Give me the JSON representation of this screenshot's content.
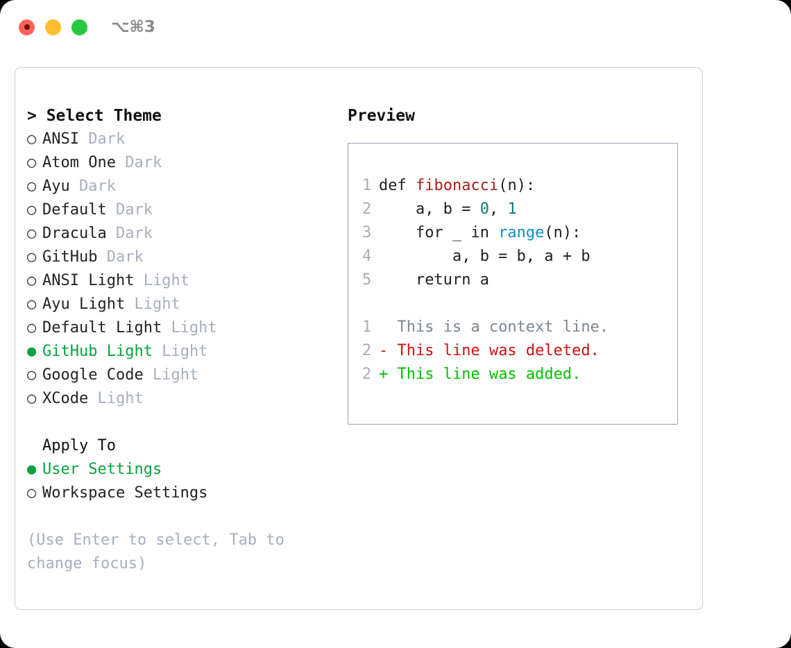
{
  "window": {
    "title": "⌥⌘3",
    "traffic_lights": [
      {
        "name": "close",
        "color": "#ff625a"
      },
      {
        "name": "minimize",
        "color": "#ffbe2e"
      },
      {
        "name": "zoom",
        "color": "#27c93f"
      }
    ]
  },
  "theme_picker": {
    "header": "> Select Theme",
    "bullet_unselected": "○",
    "bullet_selected": "●",
    "items": [
      {
        "label": "ANSI",
        "tag": "Dark",
        "selected": false
      },
      {
        "label": "Atom One",
        "tag": "Dark",
        "selected": false
      },
      {
        "label": "Ayu",
        "tag": "Dark",
        "selected": false
      },
      {
        "label": "Default",
        "tag": "Dark",
        "selected": false
      },
      {
        "label": "Dracula",
        "tag": "Dark",
        "selected": false
      },
      {
        "label": "GitHub",
        "tag": "Dark",
        "selected": false
      },
      {
        "label": "ANSI Light",
        "tag": "Light",
        "selected": false
      },
      {
        "label": "Ayu Light",
        "tag": "Light",
        "selected": false
      },
      {
        "label": "Default Light",
        "tag": "Light",
        "selected": false
      },
      {
        "label": "GitHub Light",
        "tag": "Light",
        "selected": true
      },
      {
        "label": "Google Code",
        "tag": "Light",
        "selected": false
      },
      {
        "label": "XCode",
        "tag": "Light",
        "selected": false
      }
    ]
  },
  "apply_to": {
    "header": "Apply To",
    "items": [
      {
        "label": "User Settings",
        "selected": true
      },
      {
        "label": "Workspace Settings",
        "selected": false
      }
    ]
  },
  "hint": "(Use Enter to select, Tab to change focus)",
  "preview": {
    "title": "Preview",
    "code_lines": [
      {
        "num": "1",
        "parts": [
          {
            "text": "def ",
            "style": "plain"
          },
          {
            "text": "fibonacci",
            "style": "fn"
          },
          {
            "text": "(n):",
            "style": "plain"
          }
        ]
      },
      {
        "num": "2",
        "parts": [
          {
            "text": "    a, b = ",
            "style": "plain"
          },
          {
            "text": "0",
            "style": "num"
          },
          {
            "text": ", ",
            "style": "plain"
          },
          {
            "text": "1",
            "style": "num"
          }
        ]
      },
      {
        "num": "3",
        "parts": [
          {
            "text": "    for _ in ",
            "style": "plain"
          },
          {
            "text": "range",
            "style": "call"
          },
          {
            "text": "(n):",
            "style": "plain"
          }
        ]
      },
      {
        "num": "4",
        "parts": [
          {
            "text": "        a, b = b, a + b",
            "style": "plain"
          }
        ]
      },
      {
        "num": "5",
        "parts": [
          {
            "text": "    return a",
            "style": "plain"
          }
        ]
      }
    ],
    "diff_lines": [
      {
        "num": "1",
        "marker": " ",
        "text": " This is a context line.",
        "kind": "context"
      },
      {
        "num": "2",
        "marker": "-",
        "text": " This line was deleted.",
        "kind": "deleted"
      },
      {
        "num": "2",
        "marker": "+",
        "text": " This line was added.",
        "kind": "added"
      }
    ]
  },
  "colors": {
    "accent_green": "#07a33f",
    "tag_gray": "#a7afbc",
    "diff_deleted": "#cc1111",
    "diff_added": "#00c000",
    "syntax_function": "#a8201a",
    "syntax_number": "#0e7a78",
    "syntax_call": "#0d8ec6",
    "line_number": "#a3adb9"
  }
}
